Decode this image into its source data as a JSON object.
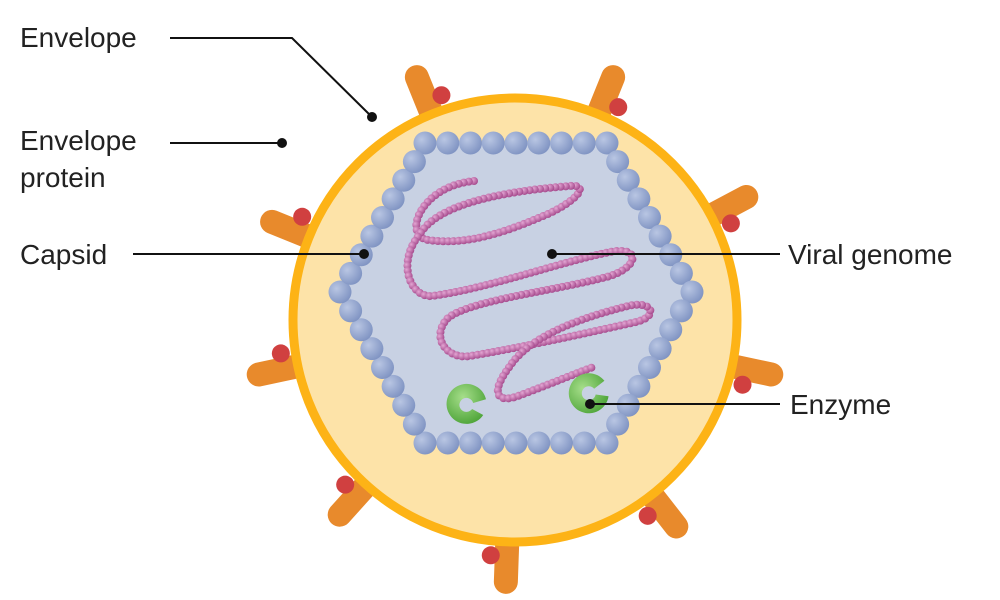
{
  "labels": {
    "envelope": "Envelope",
    "envelope_protein_line1": "Envelope",
    "envelope_protein_line2": "protein",
    "capsid": "Capsid",
    "viral_genome": "Viral genome",
    "enzyme": "Enzyme"
  },
  "colors": {
    "envelope_ring": "#FDB316",
    "envelope_fill": "#FDE3A8",
    "spike": "#E88A2C",
    "spike_glycan": "#D04040",
    "capsid_bead": "#8FA3CF",
    "capsid_interior": "#C8D1E3",
    "genome": "#B85C9E",
    "enzyme": "#6CBF4E"
  }
}
